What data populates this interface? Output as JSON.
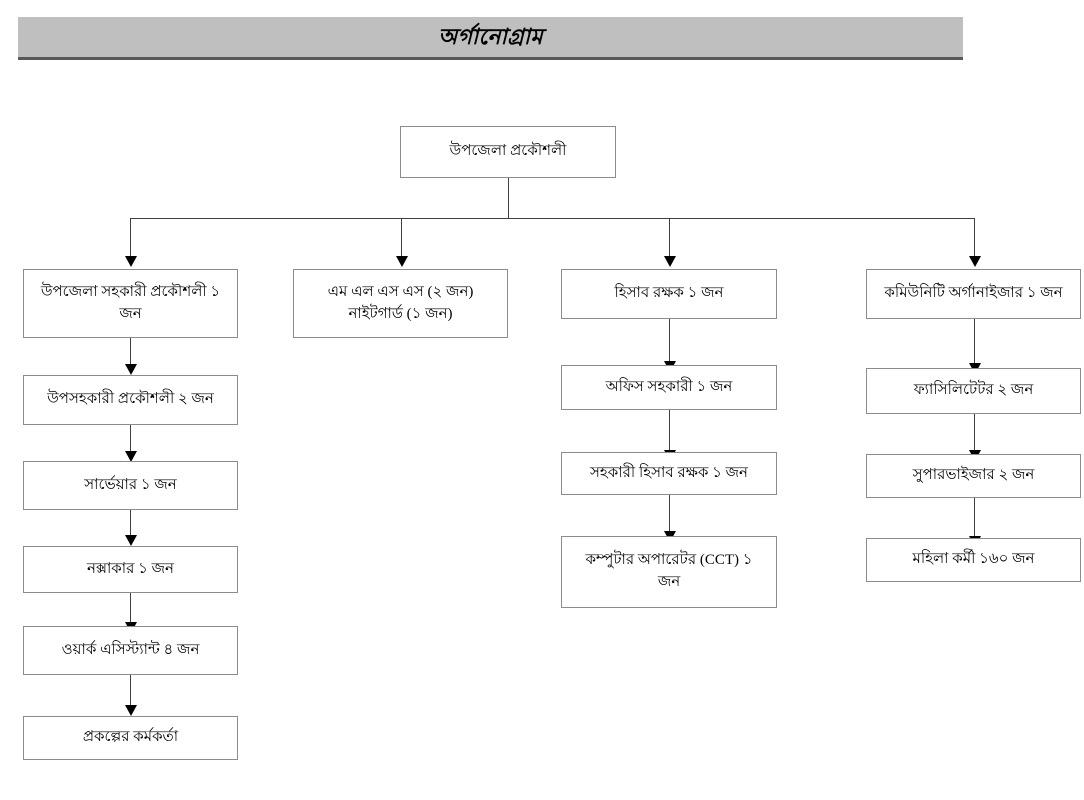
{
  "title": {
    "text": "অর্গানোগ্রাম",
    "banner_color": "#bfbfbf",
    "underline_color": "#595959"
  },
  "chart_meta": {
    "type": "org-chart",
    "line_color": "#3f3f3f",
    "box_border_color": "#8c8c8c",
    "box_fill": "#ffffff"
  },
  "root": {
    "label": "উপজেলা প্রকৌশলী"
  },
  "columns": [
    {
      "name": "engineering",
      "nodes": [
        {
          "line1": "উপজেলা সহকারী প্রকৌশলী ১",
          "line2": "জন"
        },
        {
          "line1": "উপসহকারী প্রকৌশলী ২ জন",
          "line2": ""
        },
        {
          "line1": "সার্ভেয়ার  ১ জন",
          "line2": ""
        },
        {
          "line1": "নক্সাকার  ১ জন",
          "line2": ""
        },
        {
          "line1": "ওয়ার্ক এসিস্ট্যান্ট ৪ জন",
          "line2": ""
        },
        {
          "line1": "প্রকল্পের কর্মকর্তা",
          "line2": ""
        }
      ]
    },
    {
      "name": "support-staff",
      "nodes": [
        {
          "line1": "এম এল এস এস (২ জন)",
          "line2": "নাইটগার্ড (১ জন)"
        }
      ]
    },
    {
      "name": "accounts",
      "nodes": [
        {
          "line1": "হিসাব রক্ষক ১ জন",
          "line2": ""
        },
        {
          "line1": "অফিস সহকারী ১ জন",
          "line2": ""
        },
        {
          "line1": "সহকারী হিসাব রক্ষক ১ জন",
          "line2": ""
        },
        {
          "line1": "কম্পুটার অপারেটর (CCT) ১",
          "line2": "জন",
          "latin": "CCT"
        }
      ]
    },
    {
      "name": "community",
      "nodes": [
        {
          "line1": "কমিউনিটি অর্গানাইজার ১ জন",
          "line2": ""
        },
        {
          "line1": "ফ্যাসিলিটেটর ২ জন",
          "line2": ""
        },
        {
          "line1": "সুপারভাইজার ২ জন",
          "line2": ""
        },
        {
          "line1": "মহিলা কর্মী ১৬০ জন",
          "line2": ""
        }
      ]
    }
  ]
}
